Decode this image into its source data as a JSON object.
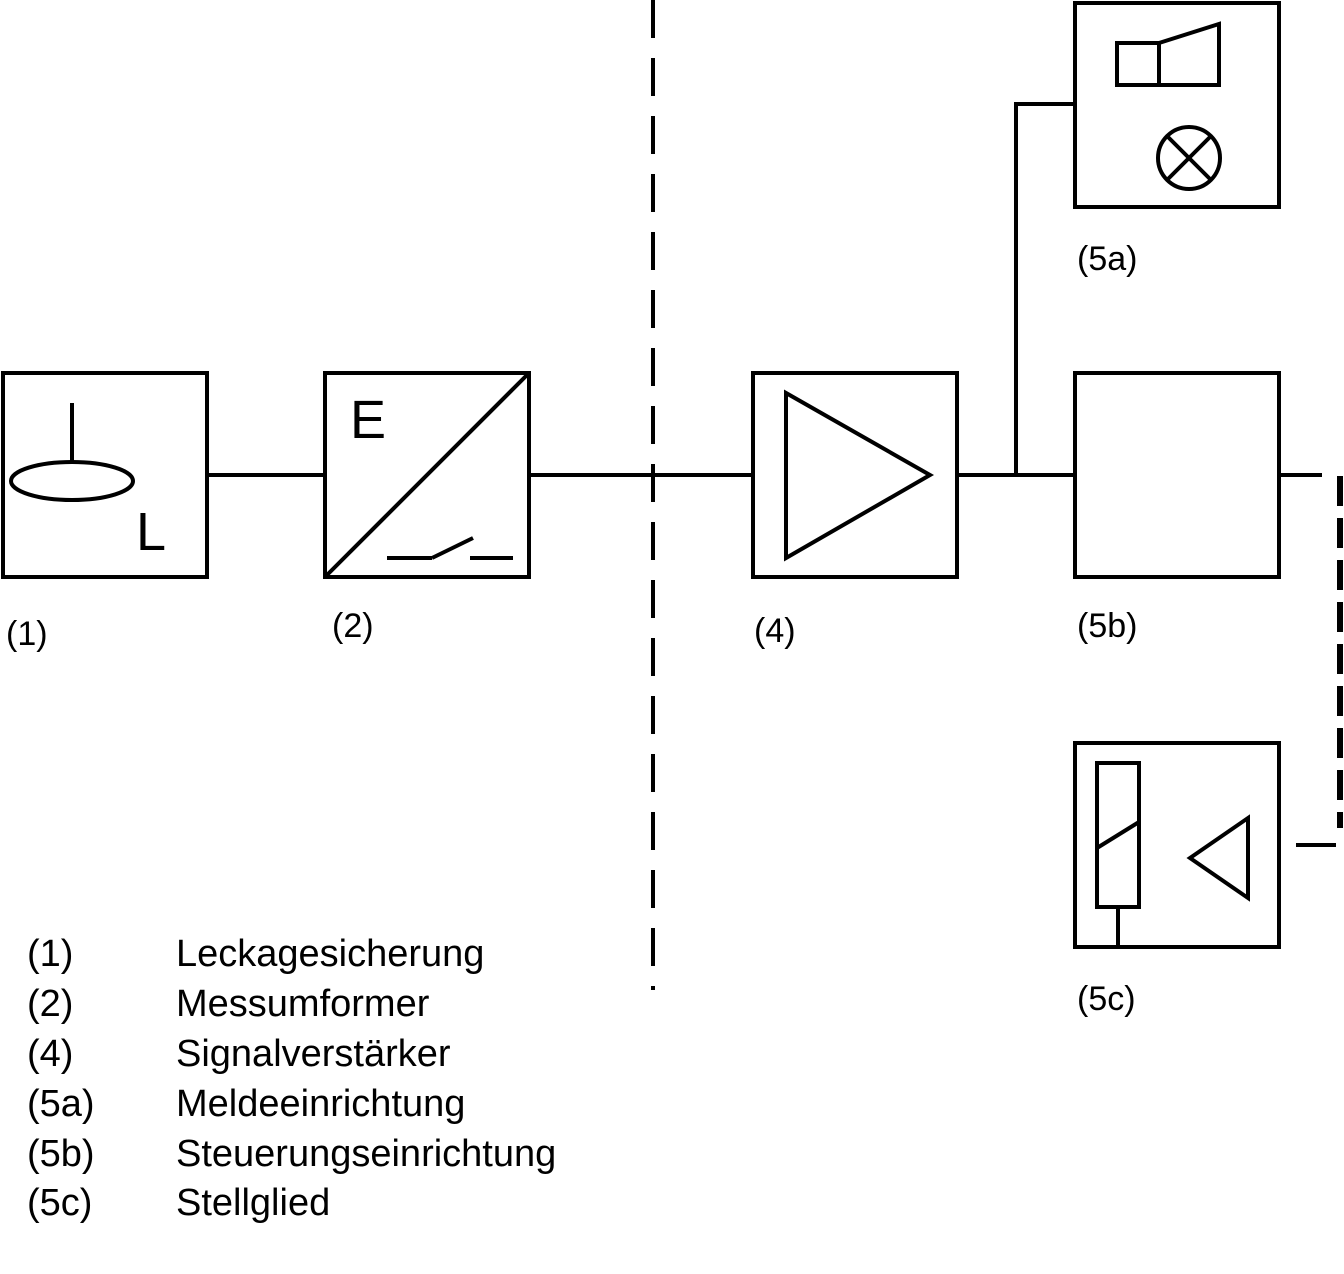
{
  "blocks": {
    "b1": {
      "label": "(1)",
      "glyph": "L"
    },
    "b2": {
      "label": "(2)",
      "glyph": "E"
    },
    "b4": {
      "label": "(4)"
    },
    "b5a": {
      "label": "(5a)"
    },
    "b5b": {
      "label": "(5b)"
    },
    "b5c": {
      "label": "(5c)"
    }
  },
  "legend": [
    {
      "code": "(1)",
      "text": "Leckagesicherung"
    },
    {
      "code": "(2)",
      "text": "Messumformer"
    },
    {
      "code": "(4)",
      "text": "Signalverstärker"
    },
    {
      "code": "(5a)",
      "text": "Meldeeinrichtung"
    },
    {
      "code": "(5b)",
      "text": "Steuerungseinrichtung"
    },
    {
      "code": "(5c)",
      "text": "Stellglied"
    }
  ],
  "colors": {
    "line": "#000000",
    "background": "#ffffff"
  }
}
